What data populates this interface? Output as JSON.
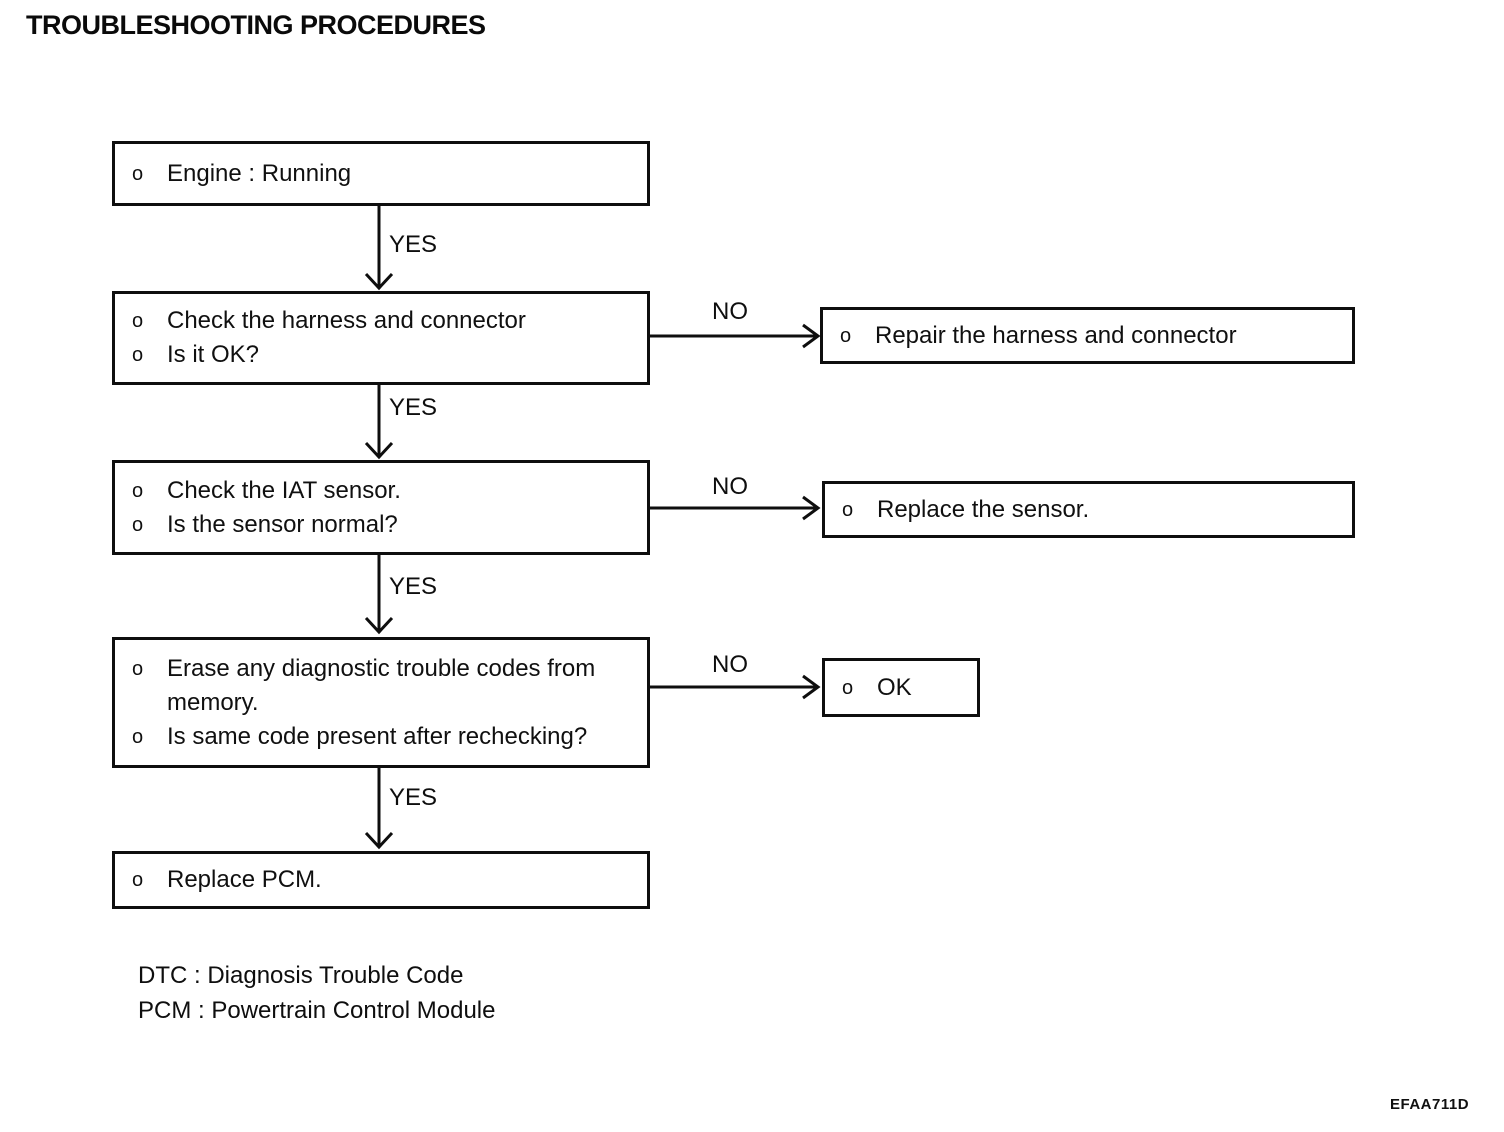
{
  "page": {
    "title": "TROUBLESHOOTING PROCEDURES",
    "figure_code": "EFAA711D"
  },
  "flow": {
    "bullet_char": "o",
    "yes_label": "YES",
    "no_label": "NO",
    "steps": [
      {
        "name": "engine-running",
        "items": [
          "Engine : Running"
        ]
      },
      {
        "name": "check-harness",
        "items": [
          "Check the harness and connector",
          "Is it OK?"
        ]
      },
      {
        "name": "check-iat-sensor",
        "items": [
          "Check the IAT sensor.",
          "Is the sensor normal?"
        ]
      },
      {
        "name": "erase-dtc",
        "items": [
          "Erase any diagnostic trouble codes from memory.",
          "Is same code present after rechecking?"
        ]
      },
      {
        "name": "replace-pcm",
        "items": [
          "Replace PCM."
        ]
      }
    ],
    "no_actions": [
      {
        "name": "repair-harness",
        "items": [
          "Repair the harness and connector"
        ]
      },
      {
        "name": "replace-sensor",
        "items": [
          "Replace the sensor."
        ]
      },
      {
        "name": "ok-result",
        "items": [
          "OK"
        ]
      }
    ]
  },
  "legend": {
    "lines": [
      "DTC : Diagnosis Trouble Code",
      "PCM : Powertrain Control Module"
    ]
  }
}
